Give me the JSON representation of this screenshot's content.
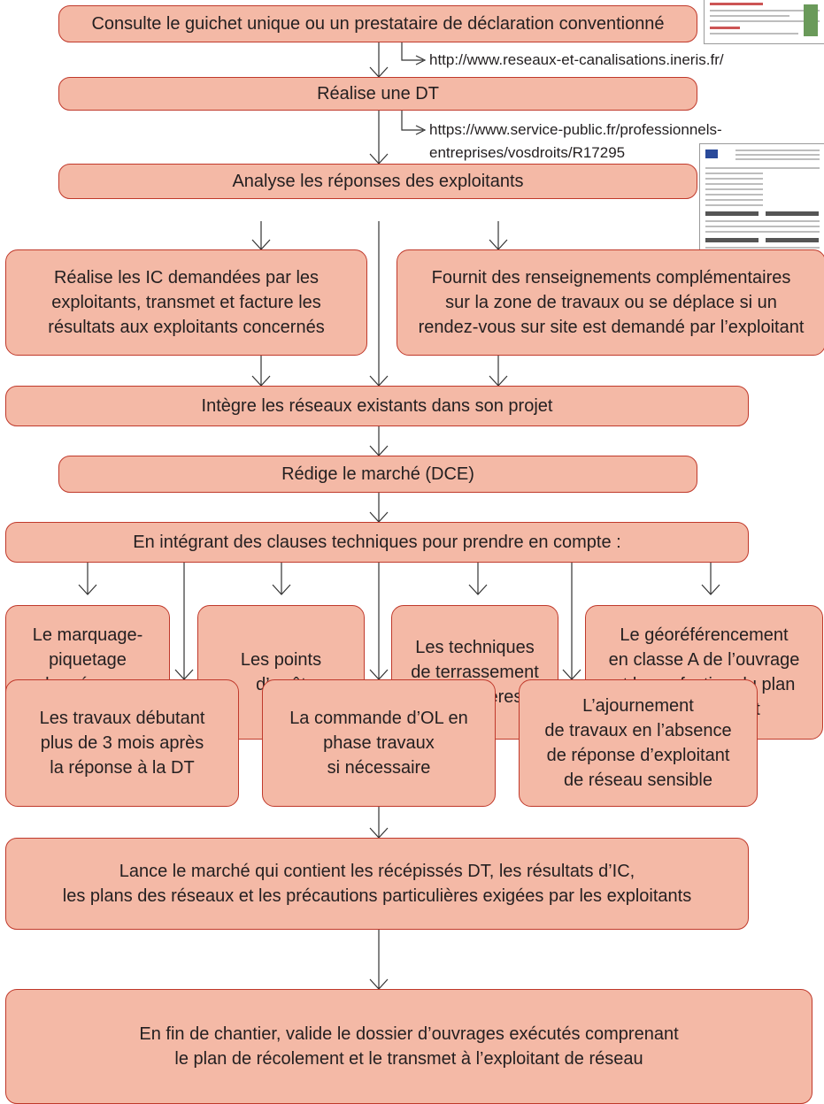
{
  "nodes": {
    "consulte": "Consulte le guichet unique ou un prestataire de déclaration conventionné",
    "dt": "Réalise une DT",
    "analyse": "Analyse les réponses des exploitants",
    "ic": "Réalise les IC demandées par les\nexploitants, transmet et facture les\nrésultats aux exploitants concernés",
    "fournit": "Fournit des renseignements complémentaires\nsur la zone de travaux ou se déplace si un\nrendez-vous sur site est demandé par l’exploitant",
    "integre": "Intègre les réseaux existants dans son projet",
    "redige": "Rédige le marché (DCE)",
    "clauses": "En intégrant des clauses techniques pour prendre en compte :",
    "marquage": "Le marquage-\npiquetage\ndes réseaux\nexistants",
    "points": "Les points\nd’arrêt",
    "techniques": "Les techniques\nde terrassement\nparticulières",
    "georef": "Le géoréférencement\nen classe A de l’ouvrage\net la confection du plan\nde récolement",
    "travaux": "Les travaux débutant\nplus de 3 mois après\nla réponse à la DT",
    "commande": "La commande d’OL en\nphase travaux\nsi nécessaire",
    "ajournement": "L’ajournement\nde travaux en l’absence\nde réponse d’exploitant\nde réseau sensible",
    "lance": "Lance le marché qui contient les récépissés DT, les résultats d’IC,\nles plans des réseaux et les précautions particulières exigées par les exploitants",
    "fin": "En fin de chantier, valide le dossier d’ouvrages exécutés comprenant\nle plan de récolement et le transmet à l’exploitant de réseau"
  },
  "links": {
    "ineris": "http://www.reseaux-et-canalisations.ineris.fr/",
    "service_public": "https://www.service-public.fr/professionnels-\nentreprises/vosdroits/R17295"
  },
  "colors": {
    "box_fill": "#f4b9a6",
    "box_border": "#c0392b",
    "line": "#333333"
  }
}
